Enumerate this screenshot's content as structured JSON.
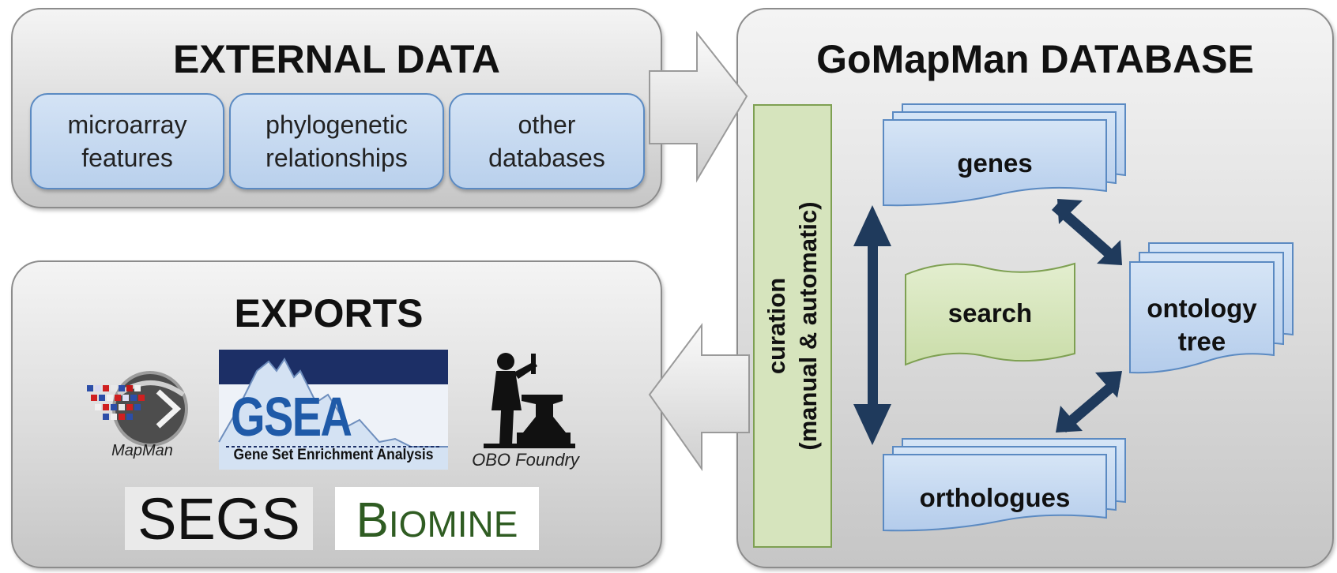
{
  "external_data": {
    "title": "EXTERNAL DATA",
    "items": [
      {
        "line1": "microarray",
        "line2": "features"
      },
      {
        "line1": "phylogenetic",
        "line2": "relationships"
      },
      {
        "line1": "other",
        "line2": "databases"
      }
    ]
  },
  "exports": {
    "title": "EXPORTS",
    "mapman_label": "MapMan",
    "gsea_logo_text": "GSEA",
    "gsea_caption": "Gene Set Enrichment Analysis",
    "obo_label": "OBO Foundry",
    "segs_label": "SEGS",
    "biomine_big": "B",
    "biomine_rest": "IOMINE"
  },
  "database": {
    "title": "GoMapMan DATABASE",
    "curation_line1": "curation",
    "curation_line2": "(manual & automatic)",
    "genes": "genes",
    "search": "search",
    "ontology_line1": "ontology",
    "ontology_line2": "tree",
    "orthologues": "orthologues"
  },
  "colors": {
    "arrow_dark": "#1f3a5c",
    "box_blue": "#bcd3ee",
    "box_green": "#d6e4bd"
  }
}
